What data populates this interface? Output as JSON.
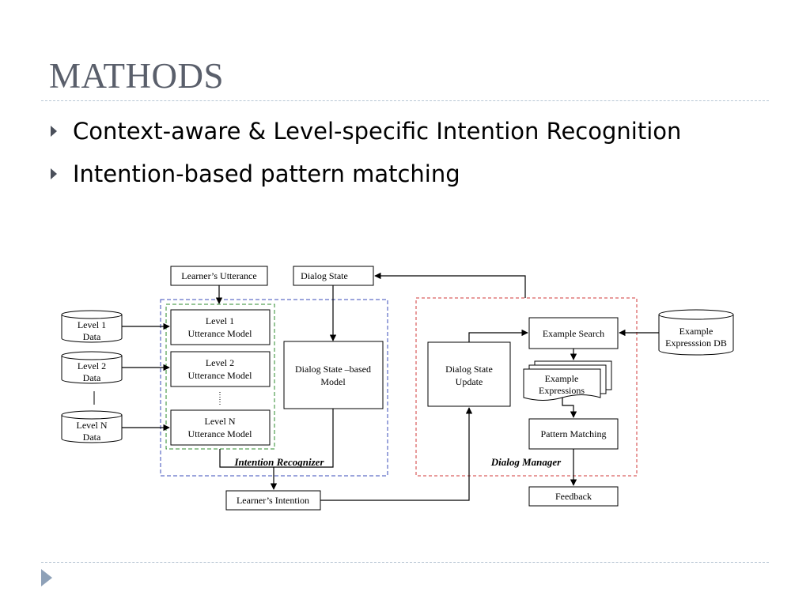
{
  "slide": {
    "title": "MATHODS",
    "bullets": [
      "Context-aware & Level-specific Intention Recognition",
      "Intention-based pattern matching"
    ]
  },
  "diagram": {
    "learner_utterance": "Learner’s Utterance",
    "dialog_state": "Dialog State",
    "level1_data": [
      "Level 1",
      "Data"
    ],
    "level2_data": [
      "Level 2",
      "Data"
    ],
    "levelN_data": [
      "Level N",
      "Data"
    ],
    "level1_model": [
      "Level 1",
      "Utterance Model"
    ],
    "level2_model": [
      "Level 2",
      "Utterance Model"
    ],
    "levelN_model": [
      "Level N",
      "Utterance Model"
    ],
    "dialog_state_model": [
      "Dialog State –based",
      "Model"
    ],
    "intention_recognizer": "Intention Recognizer",
    "learner_intention": "Learner’s Intention",
    "dialog_state_update": [
      "Dialog State",
      "Update"
    ],
    "example_search": "Example Search",
    "example_db": [
      "Example",
      "Expresssion DB"
    ],
    "example_expressions": [
      "Example",
      "Expressions"
    ],
    "pattern_matching": "Pattern Matching",
    "dialog_manager": "Dialog Manager",
    "feedback": "Feedback"
  },
  "colors": {
    "title": "#5a5f6b",
    "recognizer_border": "#3a4bb8",
    "level_group_border": "#2e8b2e",
    "manager_border": "#d23a3a",
    "divider": "#b8c6d4",
    "nav_arrow": "#8ea1b8"
  }
}
